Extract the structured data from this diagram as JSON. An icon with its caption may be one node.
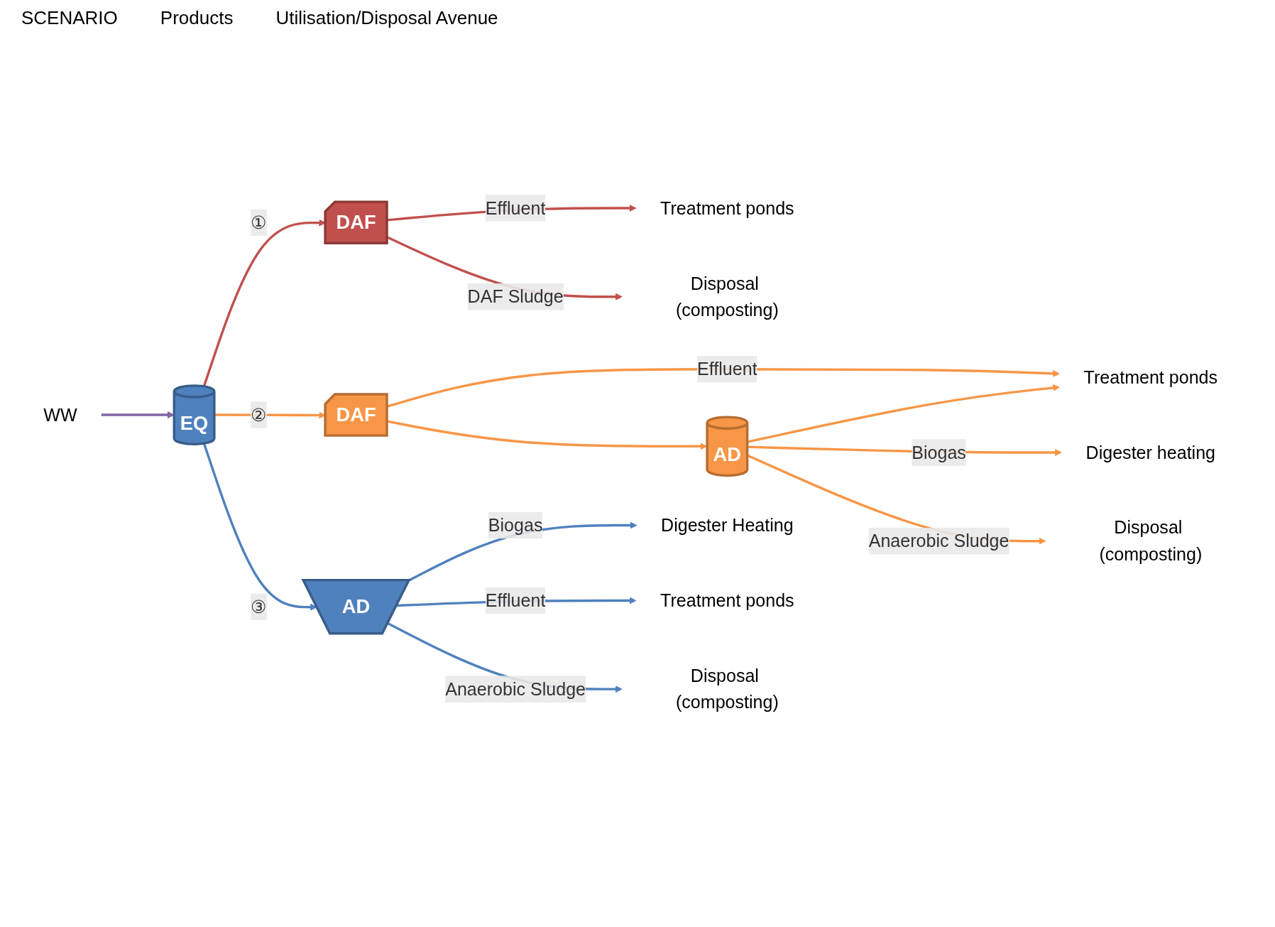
{
  "diagram": {
    "nodes": [
      {
        "text": [
          "WW"
        ]
      },
      {
        "text": [
          "EQ"
        ]
      },
      {
        "text": [
          "DAF"
        ]
      },
      {
        "text": [
          "Treatment ponds"
        ]
      },
      {
        "text": [
          "Disposal (composting)"
        ]
      },
      {
        "text": [
          "DAF"
        ]
      },
      {
        "text": [
          "Treatment ponds"
        ]
      },
      {
        "text": [
          "Digester heating"
        ]
      },
      {
        "text": [
          "AD"
        ]
      },
      {
        "text": [
          "Disposal (composting)"
        ]
      },
      {
        "text": [
          "AD"
        ]
      },
      {
        "text": [
          "Digester Heating"
        ]
      },
      {
        "text": [
          "Treatment ponds"
        ]
      },
      {
        "text": [
          "Disposal (composting)"
        ]
      }
    ],
    "edges": [
      {
        "from": 0,
        "to": 1,
        "arrow": "to",
        "color": "#8064a2"
      },
      {
        "from": 1,
        "to": 2,
        "arrow": "to",
        "label": "①",
        "color": "#c0504d"
      },
      {
        "from": 1,
        "to": 5,
        "arrow": "to",
        "label": "②",
        "color": "#f79646"
      },
      {
        "from": 1,
        "to": 10,
        "arrow": "to",
        "label": "③",
        "color": "#4f81bd"
      },
      {
        "from": 2,
        "to": 3,
        "arrow": "to",
        "label": "Effluent",
        "color": "#c0504d"
      },
      {
        "from": 2,
        "to": 4,
        "arrow": "to",
        "label": "DAF Sludge",
        "color": "#c0504d"
      },
      {
        "from": 5,
        "to": 6,
        "arrow": "to",
        "label": "Effluent",
        "color": "#f79646"
      },
      {
        "from": 5,
        "to": 8,
        "arrow": "to",
        "color": "#f79646"
      },
      {
        "from": 8,
        "to": 6,
        "arrow": "to",
        "color": "#f79646"
      },
      {
        "from": 8,
        "to": 7,
        "arrow": "to",
        "label": "Biogas",
        "color": "#f79646"
      },
      {
        "from": 8,
        "to": 9,
        "arrow": "to",
        "label": "Anaerobic Sludge",
        "color": "#f79646"
      },
      {
        "from": 10,
        "to": 11,
        "arrow": "to",
        "label": "Biogas",
        "color": "#4f81bd"
      },
      {
        "from": 10,
        "to": 12,
        "arrow": "to",
        "label": "Effluent",
        "color": "#4f81bd"
      },
      {
        "from": 10,
        "to": 13,
        "arrow": "to",
        "label": "Anaerobic Sludge",
        "color": "#4f81bd"
      }
    ],
    "labels": [
      "SCENARIO",
      "Products",
      "Utilisation/Disposal Avenue"
    ]
  }
}
